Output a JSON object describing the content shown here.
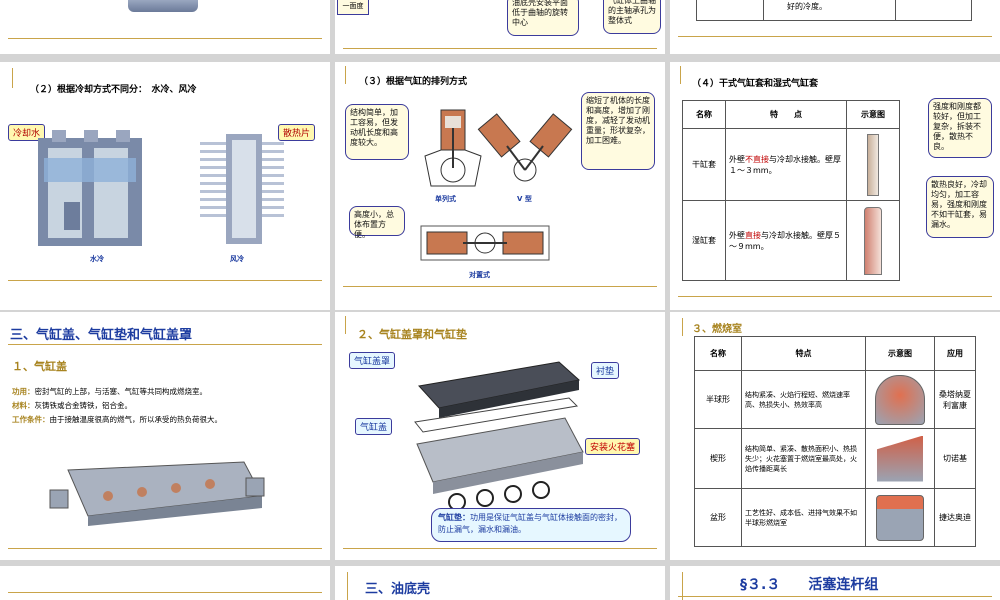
{
  "s1": {
    "label": "一面度"
  },
  "s2": {
    "bubble1": "油底壳安装平面低于曲轴的旋转中心",
    "bubble2": "气缸体上曲轴的主轴承孔为整体式"
  },
  "s3": {
    "text": "好的冷度。"
  },
  "s4": {
    "title": "（２）根据冷却方式不同分：　水冷、风冷",
    "tag_water": "冷却水",
    "tag_fin": "散热片",
    "cap_water": "水冷",
    "cap_air": "风冷"
  },
  "s5": {
    "title": "（３）根据气缸的排列方式",
    "bubble_inline": "结构简单，加工容易，但发动机长度和高度较大。",
    "bubble_v": "缩短了机体的长度和高度，增加了刚度，减轻了发动机重量；形状复杂，加工困难。",
    "bubble_flat": "高度小，总体布置方便。",
    "cap_inline": "单列式",
    "cap_v": "V 型",
    "cap_flat": "对置式"
  },
  "s6": {
    "title": "（４）干式气缸套和湿式气缸套",
    "headers": [
      "名称",
      "特　　点",
      "示意图"
    ],
    "rows": [
      {
        "name": "干缸套",
        "pre": "外壁",
        "hl": "不直接",
        "post": "与冷却水接触。壁厚１～３mm。"
      },
      {
        "name": "湿缸套",
        "pre": "外壁",
        "hl": "直接",
        "post": "与冷却水接触。壁厚５～９mm。"
      }
    ],
    "bubble_dry": "强度和刚度都较好，但加工复杂，拆装不便，散热不良。",
    "bubble_wet": "散热良好，冷却均匀，加工容易，强度和刚度不如干缸套，易漏水。"
  },
  "s7": {
    "title": "三、气缸盖、气缸垫和气缸盖罩",
    "sub": "１、气缸盖",
    "l1_label": "功用：",
    "l1": "密封气缸的上部，与活塞、气缸等共同构成燃烧室。",
    "l2_label": "材料：",
    "l2": "灰铸铁或合金铸铁，铝合金。",
    "l3_label": "工作条件：",
    "l3": "由于接触温度很高的燃气，所以承受的热负荷很大。"
  },
  "s8": {
    "title": "２、气缸盖罩和气缸垫",
    "tag_cover": "气缸盖罩",
    "tag_gasket": "衬垫",
    "tag_head": "气缸盖",
    "tag_plug": "安装火花塞",
    "note_label": "气缸垫：",
    "note": "功用是保证气缸盖与气缸体接触面的密封，防止漏气，漏水和漏油。"
  },
  "s9": {
    "title": "３、燃烧室",
    "headers": [
      "名称",
      "特点",
      "示意图",
      "应用"
    ],
    "rows": [
      {
        "name": "半球形",
        "feat": "结构紧凑、火焰行程短、燃烧速率高、热损失小、热效率高",
        "app": "桑塔纳夏利富康"
      },
      {
        "name": "楔形",
        "feat": "结构简单、紧凑、散热面积小、热损失少；火花塞置于燃烧室最高处，火焰传播距离长",
        "app": "切诺基"
      },
      {
        "name": "盆形",
        "feat": "工艺性好、成本低、进排气效果不如半球形燃烧室",
        "app": "捷达奥迪"
      }
    ]
  },
  "s11": {
    "title": "三、油底壳"
  },
  "s12": {
    "title": "§３.３　　活塞连杆组"
  },
  "colors": {
    "gold": "#c9a44a",
    "blue_title": "#1d3ca0",
    "red": "#c00000",
    "bubble_border": "#3b3b9c"
  }
}
